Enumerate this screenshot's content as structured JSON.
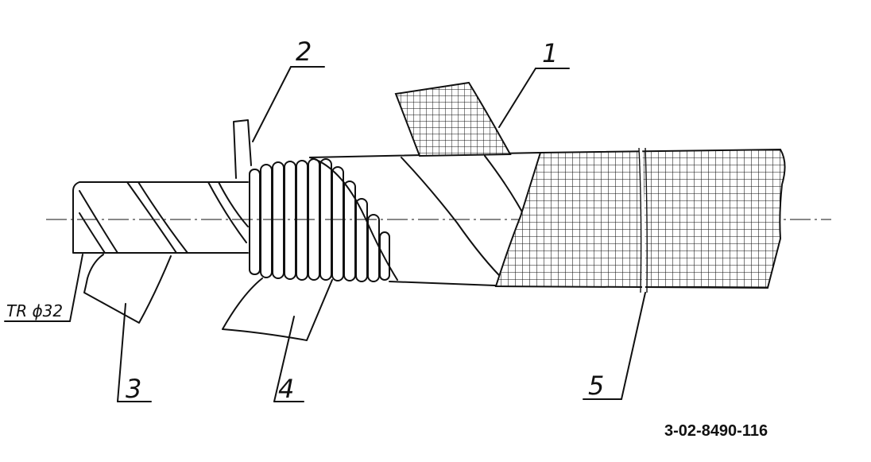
{
  "labels": {
    "l1": "1",
    "l2": "2",
    "l3": "3",
    "l4": "4",
    "l5": "5"
  },
  "dimension_note": "TR ϕ32",
  "drawing_number": "3-02-8490-116",
  "colors": {
    "ink": "#111111",
    "paper": "#ffffff"
  }
}
